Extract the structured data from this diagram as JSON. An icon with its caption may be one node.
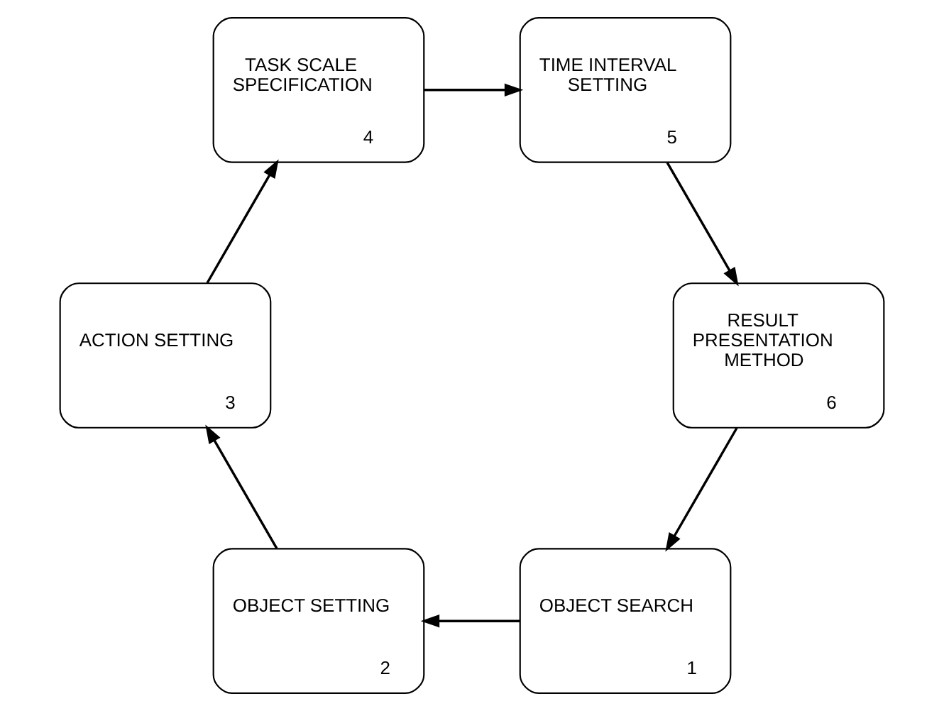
{
  "diagram": {
    "nodes": [
      {
        "text": [
          "OBJECT SEARCH",
          "1"
        ]
      },
      {
        "text": [
          "OBJECT SETTING",
          "2"
        ]
      },
      {
        "text": [
          "ACTION SETTING",
          "3"
        ]
      },
      {
        "text": [
          "TASK SCALE SPECIFICATION",
          "4"
        ]
      },
      {
        "text": [
          "TIME INTERVAL SETTING",
          "5"
        ]
      },
      {
        "text": [
          "RESULT PRESENTATION METHOD",
          "6"
        ]
      }
    ],
    "edges": [
      {
        "from": 0,
        "to": 1,
        "arrow": "to"
      },
      {
        "from": 1,
        "to": 2,
        "arrow": "to"
      },
      {
        "from": 2,
        "to": 3,
        "arrow": "to"
      },
      {
        "from": 3,
        "to": 4,
        "arrow": "to"
      },
      {
        "from": 4,
        "to": 5,
        "arrow": "to"
      },
      {
        "from": 5,
        "to": 0,
        "arrow": "to"
      }
    ]
  }
}
